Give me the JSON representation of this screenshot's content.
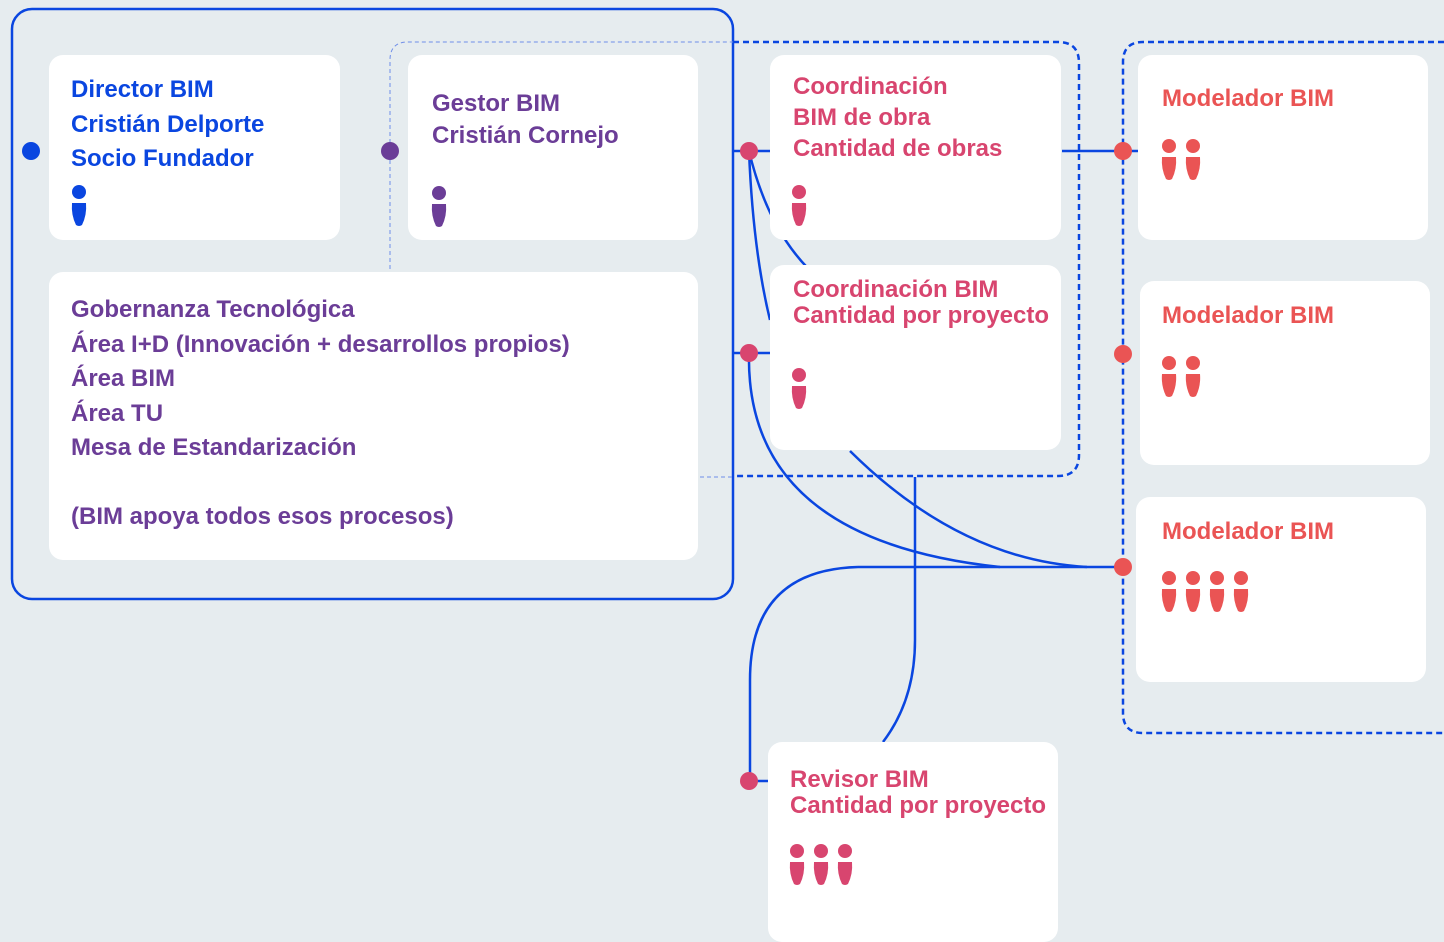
{
  "colors": {
    "background": "#e6ecef",
    "primary_blue": "#0a46e0",
    "purple": "#6b3d97",
    "pink": "#d8456f",
    "coral": "#ea5454",
    "card": "#ffffff"
  },
  "director": {
    "lines": [
      "Director BIM",
      "Cristián Delporte",
      "Socio Fundador"
    ],
    "people_count": 1,
    "icon": "person-icon"
  },
  "gestor": {
    "lines": [
      "Gestor BIM",
      "Cristián Cornejo"
    ],
    "people_count": 1,
    "icon": "person-icon"
  },
  "gobernanza": {
    "lines": [
      "Gobernanza Tecnológica",
      "Área I+D (Innovación + desarrollos propios)",
      "Área BIM",
      "Área TU",
      "Mesa de Estandarización",
      "",
      "(BIM apoya todos esos procesos)"
    ]
  },
  "coord_obra": {
    "lines": [
      "Coordinación",
      "BIM de obra",
      "Cantidad de obras"
    ],
    "people_count": 1,
    "icon": "person-icon"
  },
  "coord_proyecto": {
    "lines": [
      "Coordinación BIM",
      "Cantidad por proyecto"
    ],
    "people_count": 1,
    "icon": "person-icon"
  },
  "modelador_1": {
    "title": "Modelador BIM",
    "people_count": 2,
    "icon": "person-icon"
  },
  "modelador_2": {
    "title": "Modelador BIM",
    "people_count": 2,
    "icon": "person-icon"
  },
  "modelador_3": {
    "title": "Modelador BIM",
    "people_count": 4,
    "icon": "person-icon"
  },
  "revisor": {
    "lines": [
      "Revisor BIM",
      "Cantidad por proyecto"
    ],
    "people_count": 3,
    "icon": "person-icon"
  }
}
